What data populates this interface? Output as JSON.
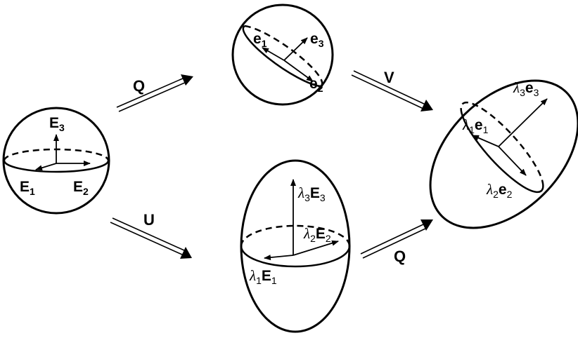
{
  "arrows": {
    "top_left": "Q",
    "top_right": "V",
    "bottom_left": "U",
    "bottom_right": "Q"
  },
  "reference_sphere": {
    "e3": {
      "sym": "E",
      "sub": "3"
    },
    "e1": {
      "sym": "E",
      "sub": "1"
    },
    "e2": {
      "sym": "E",
      "sub": "2"
    }
  },
  "rotated_sphere": {
    "e1": {
      "sym": "e",
      "sub": "1"
    },
    "e3": {
      "sym": "e",
      "sub": "3"
    },
    "e2": {
      "sym": "e",
      "sub": "2"
    }
  },
  "stretched_ellipsoid": {
    "e3": {
      "lambda": "λ",
      "lsub": "3",
      "sym": "E",
      "sub": "3"
    },
    "e2": {
      "lambda": "λ",
      "lsub": "2",
      "sym": "E",
      "sub": "2"
    },
    "e1": {
      "lambda": "λ",
      "lsub": "1",
      "sym": "E",
      "sub": "1"
    }
  },
  "deformed_ellipsoid": {
    "e3": {
      "lambda": "λ",
      "lsub": "3",
      "sym": "e",
      "sub": "3"
    },
    "e1": {
      "lambda": "λ",
      "lsub": "1",
      "sym": "e",
      "sub": "1"
    },
    "e2": {
      "lambda": "λ",
      "lsub": "2",
      "sym": "e",
      "sub": "2"
    }
  }
}
